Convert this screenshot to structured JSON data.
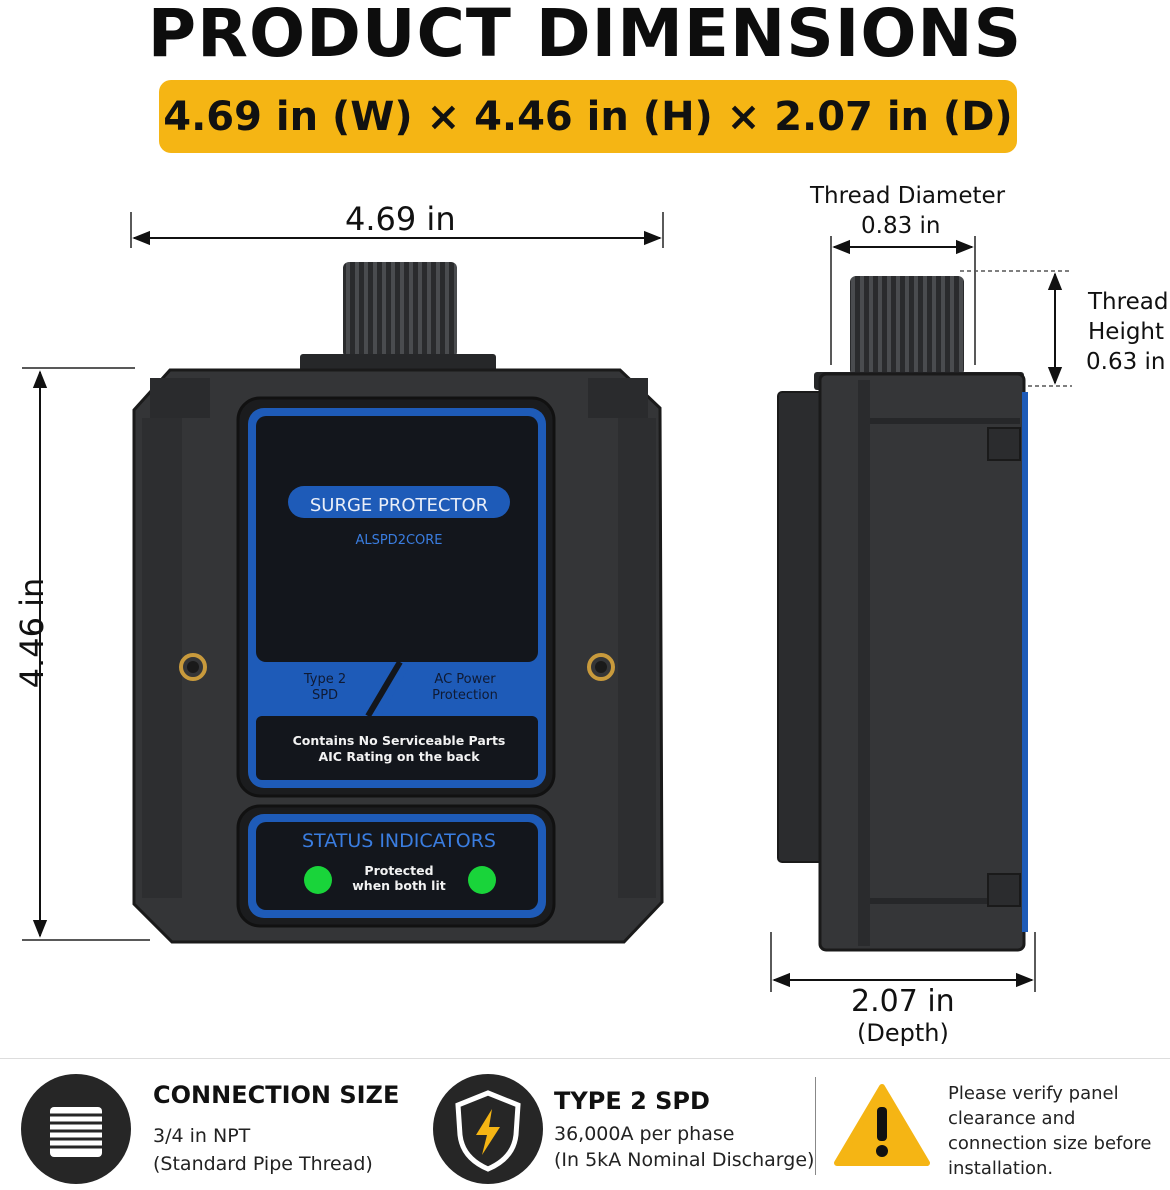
{
  "title": "PRODUCT DIMENSIONS",
  "banner": "4.69 in (W) × 4.46 in (H) × 2.07 in (D)",
  "dims": {
    "width": "4.69 in",
    "height": "4.46 in",
    "thread_diameter_label": "Thread Diameter",
    "thread_diameter_value": "0.83 in",
    "thread_height_label_1": "Thread",
    "thread_height_label_2": "Height",
    "thread_height_value": "0.63 in",
    "depth_value": "2.07 in",
    "depth_label": "(Depth)"
  },
  "device": {
    "badge": "SURGE PROTECTOR",
    "model": "ALSPD2CORE",
    "type_line1": "Type 2",
    "type_line2": "SPD",
    "ac_line1": "AC Power",
    "ac_line2": "Protection",
    "note_line1": "Contains No Serviceable Parts",
    "note_line2": "AIC Rating on the back",
    "status_title": "STATUS INDICATORS",
    "status_line1": "Protected",
    "status_line2": "when both lit"
  },
  "features": {
    "connection": {
      "title": "CONNECTION SIZE",
      "line1": "3/4 in NPT",
      "line2": "(Standard Pipe Thread)"
    },
    "spd": {
      "title": "TYPE 2 SPD",
      "line1": "36,000A per phase",
      "line2": "(In 5kA Nominal Discharge)"
    },
    "warning": {
      "line1": "Please verify panel",
      "line2": "clearance and",
      "line3": "connection size before",
      "line4": "installation."
    }
  },
  "colors": {
    "accent": "#f5b514",
    "panel_blue": "#1e5bb8",
    "led_green": "#19d43a",
    "housing": "#2f3133"
  }
}
